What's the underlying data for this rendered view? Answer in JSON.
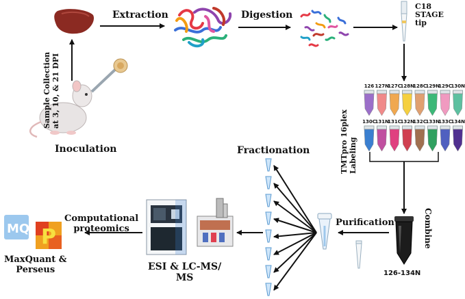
{
  "steps": {
    "extraction": "Extraction",
    "digestion": "Digestion",
    "c18_line1": "C18",
    "c18_line2": "STAGE",
    "c18_line3": "tip",
    "sample_collection_line1": "Sample Collection",
    "sample_collection_line2": "at 3, 10, & 21 DPI",
    "inoculation": "Inoculation",
    "tmt_line1": "TMTpro 16plex",
    "tmt_line2": "Labeling",
    "combine": "Combine",
    "fractionation": "Fractionation",
    "purification": "Purification",
    "pooled_label": "126-134N",
    "esi_line1": "ESI & LC-MS/",
    "esi_line2": "MS",
    "computational_line1": "Computational",
    "computational_line2": "proteomics",
    "software_line1": "MaxQuant &",
    "software_line2": "Perseus"
  },
  "tmt_row1": [
    "126",
    "127N",
    "127C",
    "128N",
    "128C",
    "129N",
    "129C",
    "130N"
  ],
  "tmt_row2": [
    "130C",
    "131N",
    "131C",
    "132N",
    "132C",
    "133N",
    "133C",
    "134N"
  ],
  "tmt_row1_colors": [
    "#9b6fc9",
    "#f08a8a",
    "#f0a850",
    "#f5d040",
    "#e0a070",
    "#3cb878",
    "#f09ac0",
    "#5cc0a0"
  ],
  "tmt_row2_colors": [
    "#3a7fd0",
    "#c050a0",
    "#e04080",
    "#d04050",
    "#a07050",
    "#30a060",
    "#5060c0",
    "#503090"
  ],
  "logos": {
    "mq": "MQ",
    "p": "P"
  }
}
